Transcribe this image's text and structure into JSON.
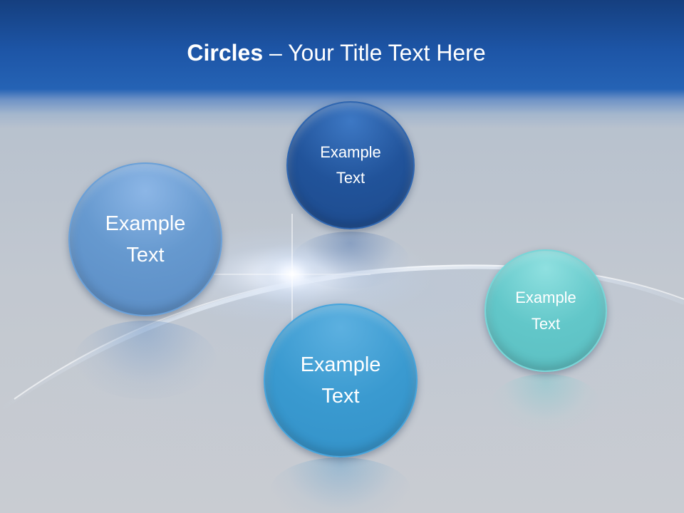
{
  "slide": {
    "title_bold": "Circles",
    "title_rest": " – Your Title Text Here"
  },
  "circles": [
    {
      "text": "Example\nText",
      "color": "#6699cf"
    },
    {
      "text": "Example\nText",
      "color": "#21539a"
    },
    {
      "text": "Example\nText",
      "color": "#3a9ad0"
    },
    {
      "text": "Example\nText",
      "color": "#62c7c9"
    }
  ],
  "colors": {
    "header": "#1d55a6",
    "background": "#c2c8d0"
  }
}
